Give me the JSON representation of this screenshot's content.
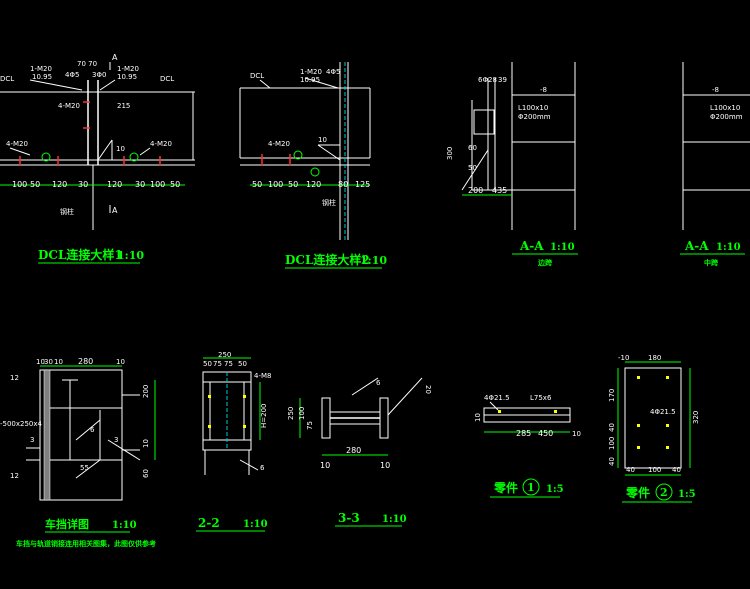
{
  "colors": {
    "background": "#000000",
    "lines": "#ffffff",
    "titles": "#00ff00",
    "dims": "#00ff00",
    "highlight": "#ff3030",
    "center": "#00c8c8"
  },
  "drawing1": {
    "title": "DCL连接大样1",
    "scale": "1:10",
    "labels": [
      "1-M20",
      "10.95",
      "70 70",
      "4Φ5",
      "3Φ0",
      "1-M20",
      "10.95",
      "DCL",
      "DCL",
      "4-M20",
      "215",
      "10",
      "4-M20",
      "4-M20",
      "A",
      "A",
      "钢柱"
    ],
    "dims": [
      "100",
      "50",
      "120",
      "30",
      "120",
      "30",
      "100",
      "50"
    ]
  },
  "drawing2": {
    "title": "DCL连接大样2",
    "scale": "1:10",
    "labels": [
      "DCL",
      "1-M20",
      "10.95",
      "4Φ5",
      "4-M20",
      "10",
      "钢柱"
    ],
    "dims": [
      "50",
      "100",
      "50",
      "120",
      "80",
      "125"
    ]
  },
  "section_aa_1": {
    "title": "A-A",
    "scale": "1:10",
    "subtitle": "边跨",
    "labels": [
      "6Φ",
      "28",
      "39",
      "-8",
      "L100x10",
      "Φ200mm",
      "300",
      "60",
      "50",
      "200",
      "435"
    ]
  },
  "section_aa_2": {
    "title": "A-A",
    "scale": "1:10",
    "subtitle": "中跨",
    "labels": [
      "-8",
      "L100x10",
      "Φ200mm"
    ]
  },
  "car_stop": {
    "title": "车挡详图",
    "scale": "1:10",
    "note": "车挡与轨道销接连用相关图集，此图仅供参考",
    "labels": [
      "10",
      "30",
      "10",
      "280",
      "10",
      "12",
      "-500x250x4",
      "3",
      "3",
      "12",
      "55",
      "6",
      "200",
      "10",
      "60"
    ]
  },
  "section_22": {
    "title": "2-2",
    "scale": "1:10",
    "labels": [
      "250",
      "50",
      "75",
      "75",
      "50",
      "4-M8",
      "H=200",
      "6"
    ]
  },
  "section_33": {
    "title": "3-3",
    "scale": "1:10",
    "labels": [
      "6",
      "20",
      "250",
      "100",
      "75",
      "10",
      "280",
      "10"
    ]
  },
  "part1": {
    "title": "零件",
    "number": "1",
    "scale": "1:5",
    "labels": [
      "4Φ21.5",
      "L75x6",
      "10",
      "285",
      "450",
      "10"
    ]
  },
  "part2": {
    "title": "零件",
    "number": "2",
    "scale": "1:5",
    "labels": [
      "-10",
      "180",
      "4Φ21.5",
      "170",
      "320",
      "40",
      "100",
      "40",
      "40",
      "100",
      "40"
    ]
  }
}
